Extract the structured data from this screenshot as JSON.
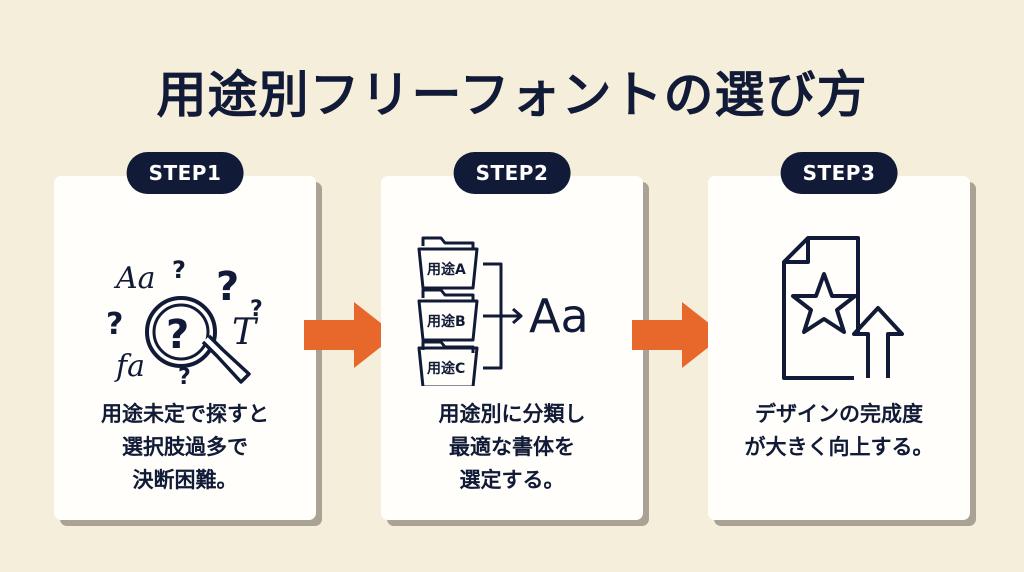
{
  "title": "用途別フリーフォントの選び方",
  "colors": {
    "navy": "#111a36",
    "accent": "#e8672a",
    "background": "#f5eedb",
    "card": "#fffefb"
  },
  "steps": [
    {
      "badge": "STEP1",
      "icon": "magnifier-question-icon",
      "glyphs": {
        "aa": "Aa",
        "t": "T",
        "fa": "fa",
        "q": "?"
      },
      "lines": [
        "用途未定で探すと",
        "選択肢過多で",
        "決断困難。"
      ]
    },
    {
      "badge": "STEP2",
      "icon": "folders-to-font-icon",
      "folders": [
        "用途A",
        "用途B",
        "用途C"
      ],
      "result": "Aa",
      "lines": [
        "用途別に分類し",
        "最適な書体を",
        "選定する。"
      ]
    },
    {
      "badge": "STEP3",
      "icon": "document-star-upgrade-icon",
      "lines": [
        "デザインの完成度",
        "が大きく向上する。"
      ]
    }
  ]
}
